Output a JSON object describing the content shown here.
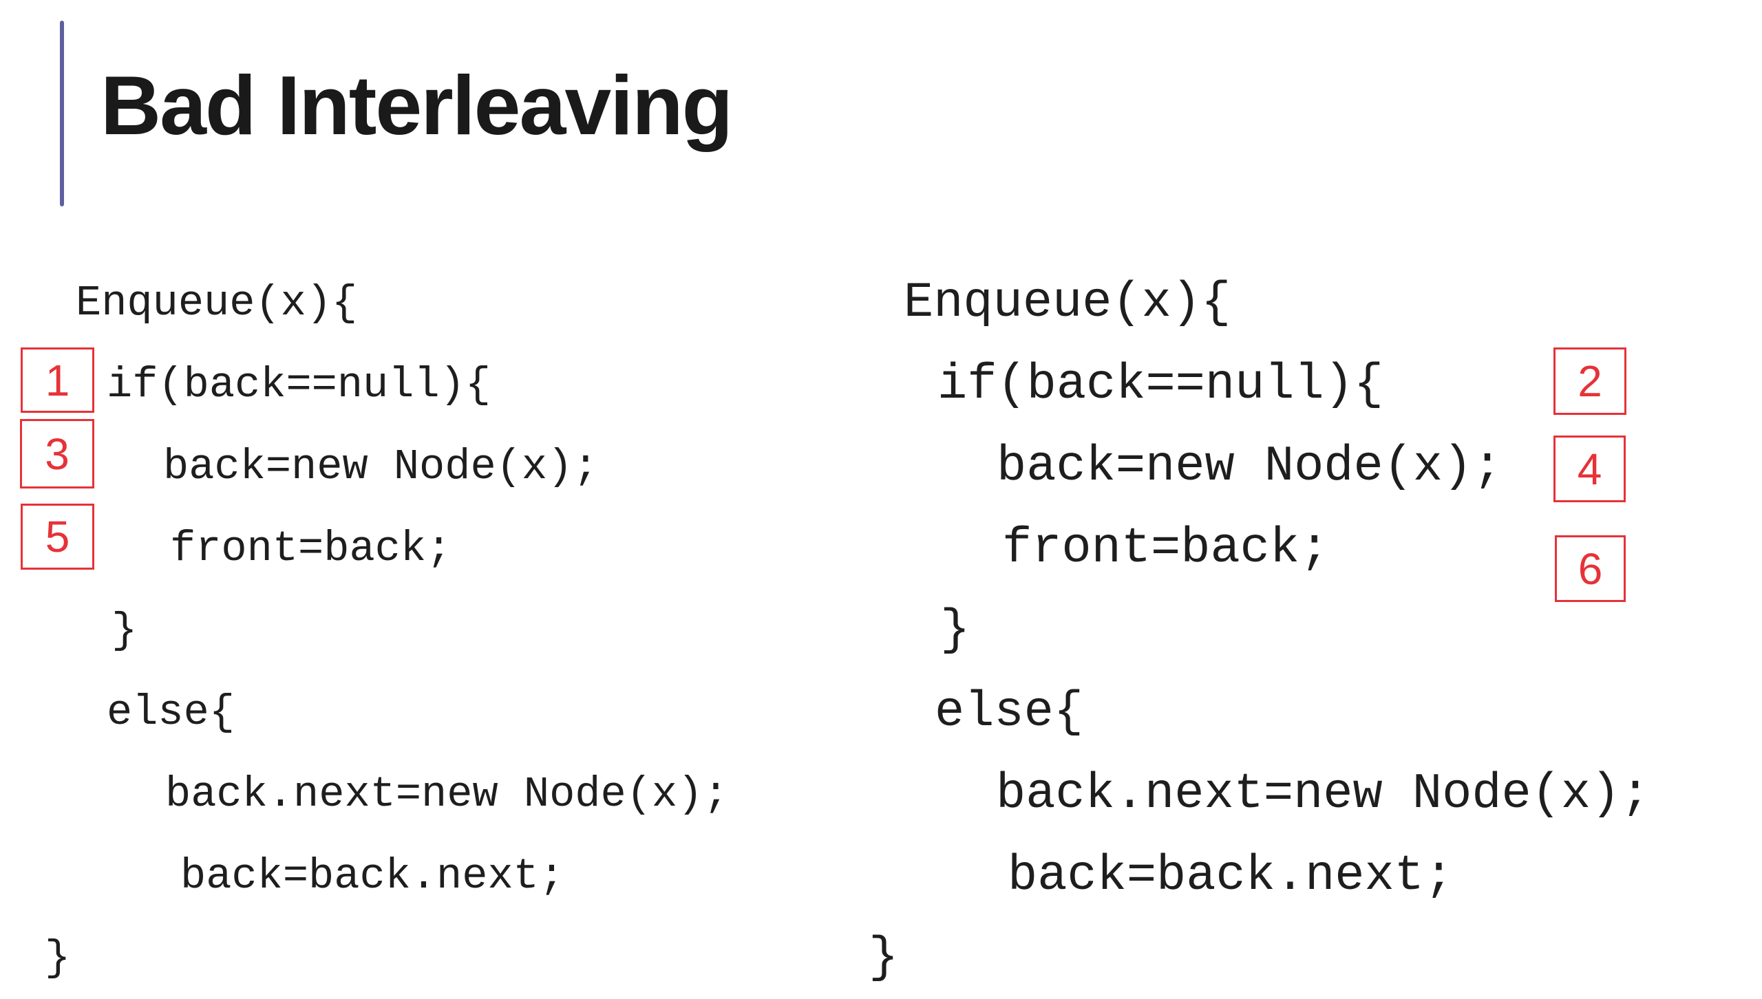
{
  "slide": {
    "title": "Bad Interleaving"
  },
  "code": {
    "lines": [
      "Enqueue(x){",
      "if(back==null){",
      "back=new Node(x);",
      "front=back;",
      "}",
      "else{",
      "back.next=new Node(x);",
      "back=back.next;",
      "}"
    ]
  },
  "markers": {
    "left": [
      "1",
      "3",
      "5"
    ],
    "right": [
      "2",
      "4",
      "6"
    ]
  },
  "colors": {
    "background": "#ffffff",
    "title_text": "#1a1a1a",
    "accent_bar": "#5e5f9e",
    "code_text": "#1e1e1e",
    "marker_red": "#e63238"
  }
}
